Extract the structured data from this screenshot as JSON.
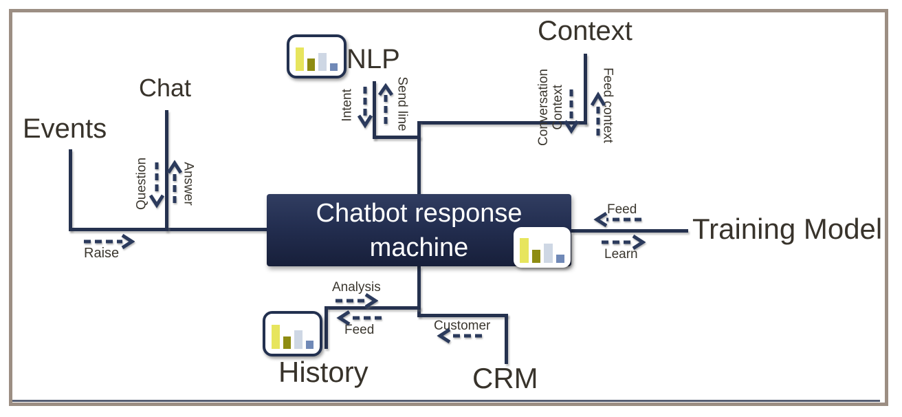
{
  "diagram_title": "Chatbot response machine",
  "center": {
    "title_line1": "Chatbot response",
    "title_line2": "machine",
    "icon": "bar-chart-icon"
  },
  "nodes": [
    {
      "id": "events",
      "label": "Events"
    },
    {
      "id": "chat",
      "label": "Chat"
    },
    {
      "id": "nlp",
      "label": "NLP",
      "icon": "bar-chart-icon"
    },
    {
      "id": "context",
      "label": "Context"
    },
    {
      "id": "training-model",
      "label": "Training Model"
    },
    {
      "id": "history",
      "label": "History",
      "icon": "bar-chart-icon"
    },
    {
      "id": "crm",
      "label": "CRM"
    }
  ],
  "flows": [
    {
      "id": "raise",
      "label": "Raise",
      "between": [
        "Events",
        "center"
      ],
      "direction": "right"
    },
    {
      "id": "question",
      "label": "Question",
      "between": [
        "Chat",
        "center"
      ],
      "direction": "down"
    },
    {
      "id": "answer",
      "label": "Answer",
      "between": [
        "center",
        "Chat"
      ],
      "direction": "up"
    },
    {
      "id": "intent",
      "label": "Intent",
      "between": [
        "NLP",
        "center"
      ],
      "direction": "down"
    },
    {
      "id": "send-line",
      "label": "Send line",
      "between": [
        "center",
        "NLP"
      ],
      "direction": "up"
    },
    {
      "id": "conversation-context",
      "label_line1": "Conversation",
      "label_line2": "Context",
      "between": [
        "Context",
        "center"
      ],
      "direction": "down"
    },
    {
      "id": "feed-context",
      "label": "Feed context",
      "between": [
        "center",
        "Context"
      ],
      "direction": "up"
    },
    {
      "id": "feed-training",
      "label": "Feed",
      "between": [
        "Training Model",
        "center"
      ],
      "direction": "left"
    },
    {
      "id": "learn",
      "label": "Learn",
      "between": [
        "center",
        "Training Model"
      ],
      "direction": "right"
    },
    {
      "id": "analysis",
      "label": "Analysis",
      "between": [
        "History",
        "center"
      ],
      "direction": "right"
    },
    {
      "id": "feed-history",
      "label": "Feed",
      "between": [
        "center",
        "History"
      ],
      "direction": "left"
    },
    {
      "id": "customer",
      "label": "Customer",
      "between": [
        "CRM",
        "center"
      ],
      "direction": "left"
    }
  ],
  "icons": {
    "bar-chart-icon": "four vertical bars: tall yellow, short olive, medium pale-blue, small blue"
  },
  "colors": {
    "frame": "#9c8e83",
    "line": "#25314e",
    "arrow": "#2b3a5c",
    "box_gradient_top": "#313d61",
    "box_gradient_bottom": "#171f3a",
    "box_text": "#ffffff",
    "node_label": "#38332b",
    "flow_label": "#3a362e",
    "bar_yellow": "#e7e55d",
    "bar_olive": "#8e8c12",
    "bar_pale_blue": "#ced7e4",
    "bar_blue": "#7089b7"
  }
}
